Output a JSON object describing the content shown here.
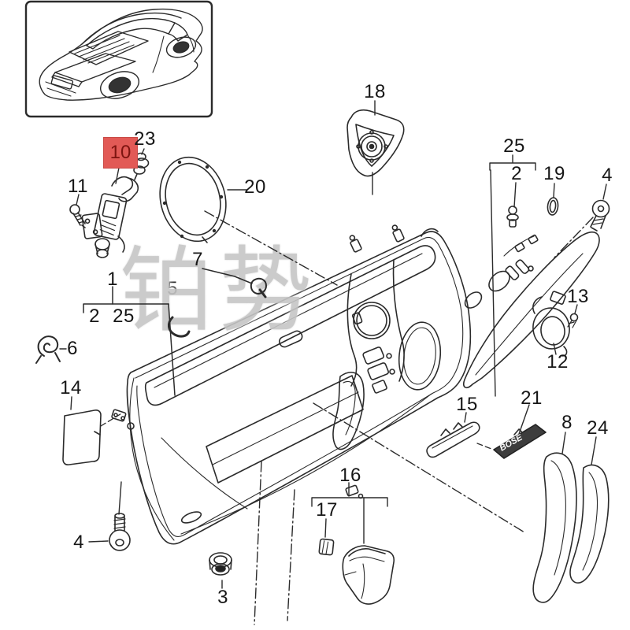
{
  "page": {
    "background": "#ffffff",
    "line_color": "#2b2b2b"
  },
  "watermark": {
    "text": "铂势",
    "color": "#c6c6c6"
  },
  "highlight": {
    "box_fill": "#e25a56",
    "box_border": "#c94a46",
    "text_color": "#7e1410"
  },
  "emblem": {
    "text": "BOSE"
  },
  "labels": {
    "n1": "1",
    "n2a": "2",
    "n2b": "2",
    "n3": "3",
    "n4a": "4",
    "n4b": "4",
    "n5": "5",
    "n6": "6",
    "n7": "7",
    "n8": "8",
    "n10": "10",
    "n11": "11",
    "n12": "12",
    "n13": "13",
    "n14": "14",
    "n15": "15",
    "n16": "16",
    "n17": "17",
    "n18": "18",
    "n19": "19",
    "n20": "20",
    "n21": "21",
    "n23": "23",
    "n24": "24",
    "n25a": "25",
    "n25b": "25"
  }
}
